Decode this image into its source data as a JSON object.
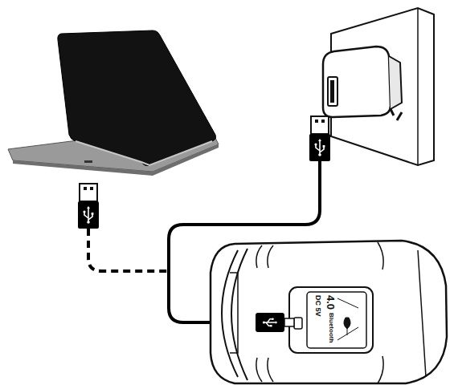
{
  "diagram": {
    "labels": [
      "DC 5V",
      "4.0",
      "Bluetooth"
    ]
  }
}
